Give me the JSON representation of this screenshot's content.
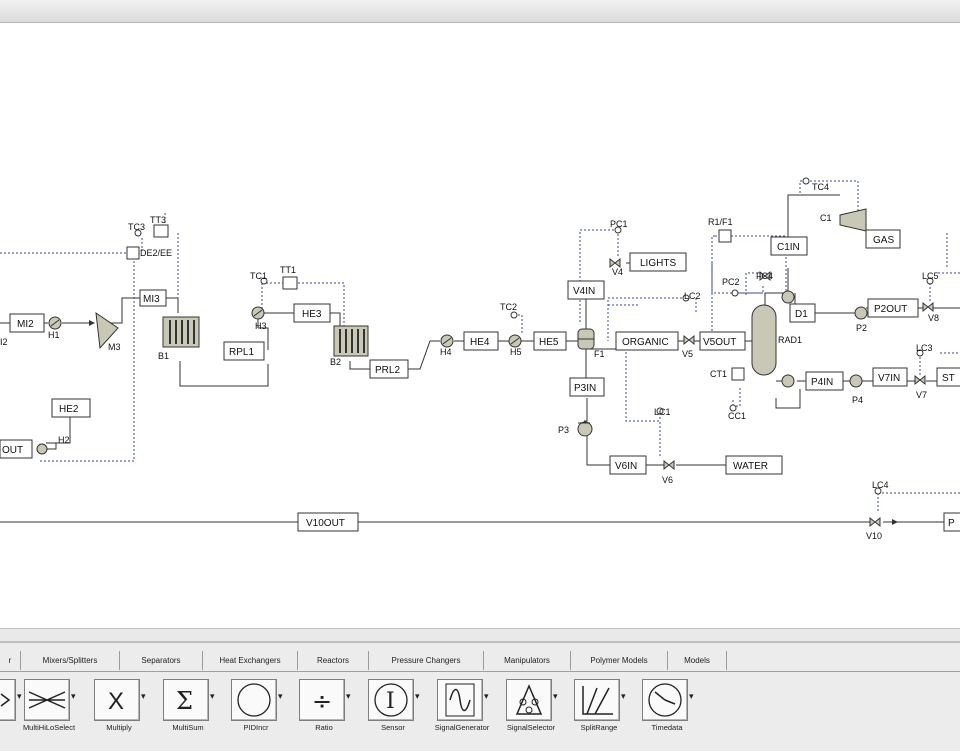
{
  "blocks": {
    "MI2": "MI2",
    "HE2": "HE2",
    "HE3": "HE3",
    "MI3": "MI3",
    "RPL1": "RPL1",
    "PRL2": "PRL2",
    "HE4": "HE4",
    "HE5": "HE5",
    "V4IN": "V4IN",
    "LIGHTS": "LIGHTS",
    "ORGANIC": "ORGANIC",
    "V5OUT": "V5OUT",
    "C1IN": "C1IN",
    "GAS": "GAS",
    "D1": "D1",
    "P2OUT": "P2OUT",
    "P4IN": "P4IN",
    "V7IN": "V7IN",
    "ST": "ST",
    "P3IN": "P3IN",
    "V6IN": "V6IN",
    "WATER": "WATER",
    "V10OUT": "V10OUT",
    "P_right": "P",
    "OUT_left": "OUT"
  },
  "labels": {
    "TC3": "TC3",
    "TT3": "TT3",
    "DE2EE": "DE2/EE",
    "TC1": "TC1",
    "TT1": "TT1",
    "H1": "H1",
    "M3": "M3",
    "B1": "B1",
    "H3": "H3",
    "B2": "B2",
    "H2": "H2",
    "H4": "H4",
    "H5": "H5",
    "TC2": "TC2",
    "F1": "F1",
    "PC1": "PC1",
    "V4": "V4",
    "V5": "V5",
    "LC2": "LC2",
    "R1F1": "R1/F1",
    "PC2": "PC2",
    "FC4": "FC4",
    "TC4": "TC4",
    "C1": "C1",
    "RAD1": "RAD1",
    "CT1": "CT1",
    "CC1": "CC1",
    "P2": "P2",
    "LC5": "LC5",
    "V8": "V8",
    "LC3": "LC3",
    "P4": "P4",
    "V7": "V7",
    "P3": "P3",
    "LC1": "LC1",
    "V6": "V6",
    "LC4": "LC4",
    "V10": "V10",
    "I2": "I2"
  },
  "tabs": [
    "r",
    "Mixers/Splitters",
    "Separators",
    "Heat Exchangers",
    "Reactors",
    "Pressure Changers",
    "Manipulators",
    "Polymer Models",
    "Models"
  ],
  "tools": [
    {
      "label": "",
      "icon": "truncated-tool-icon"
    },
    {
      "label": "MultiHiLoSelect",
      "icon": "multi-hilo-select-icon"
    },
    {
      "label": "Multiply",
      "icon": "multiply-icon"
    },
    {
      "label": "MultiSum",
      "icon": "multisum-icon"
    },
    {
      "label": "PIDIncr",
      "icon": "pid-incr-icon"
    },
    {
      "label": "Ratio",
      "icon": "ratio-icon"
    },
    {
      "label": "Sensor",
      "icon": "sensor-icon"
    },
    {
      "label": "SignalGenerator",
      "icon": "signal-generator-icon"
    },
    {
      "label": "SignalSelector",
      "icon": "signal-selector-icon"
    },
    {
      "label": "SplitRange",
      "icon": "split-range-icon"
    },
    {
      "label": "Timedata",
      "icon": "timedata-icon"
    }
  ],
  "glyphs": {
    "multiply": "X",
    "sum": "Σ",
    "ratio": "÷",
    "sensor": "I",
    "dropdown": "▾"
  },
  "colors": {
    "stream": "#333333",
    "signal": "#3b4a9a",
    "equipment": "#c8c8b4"
  }
}
